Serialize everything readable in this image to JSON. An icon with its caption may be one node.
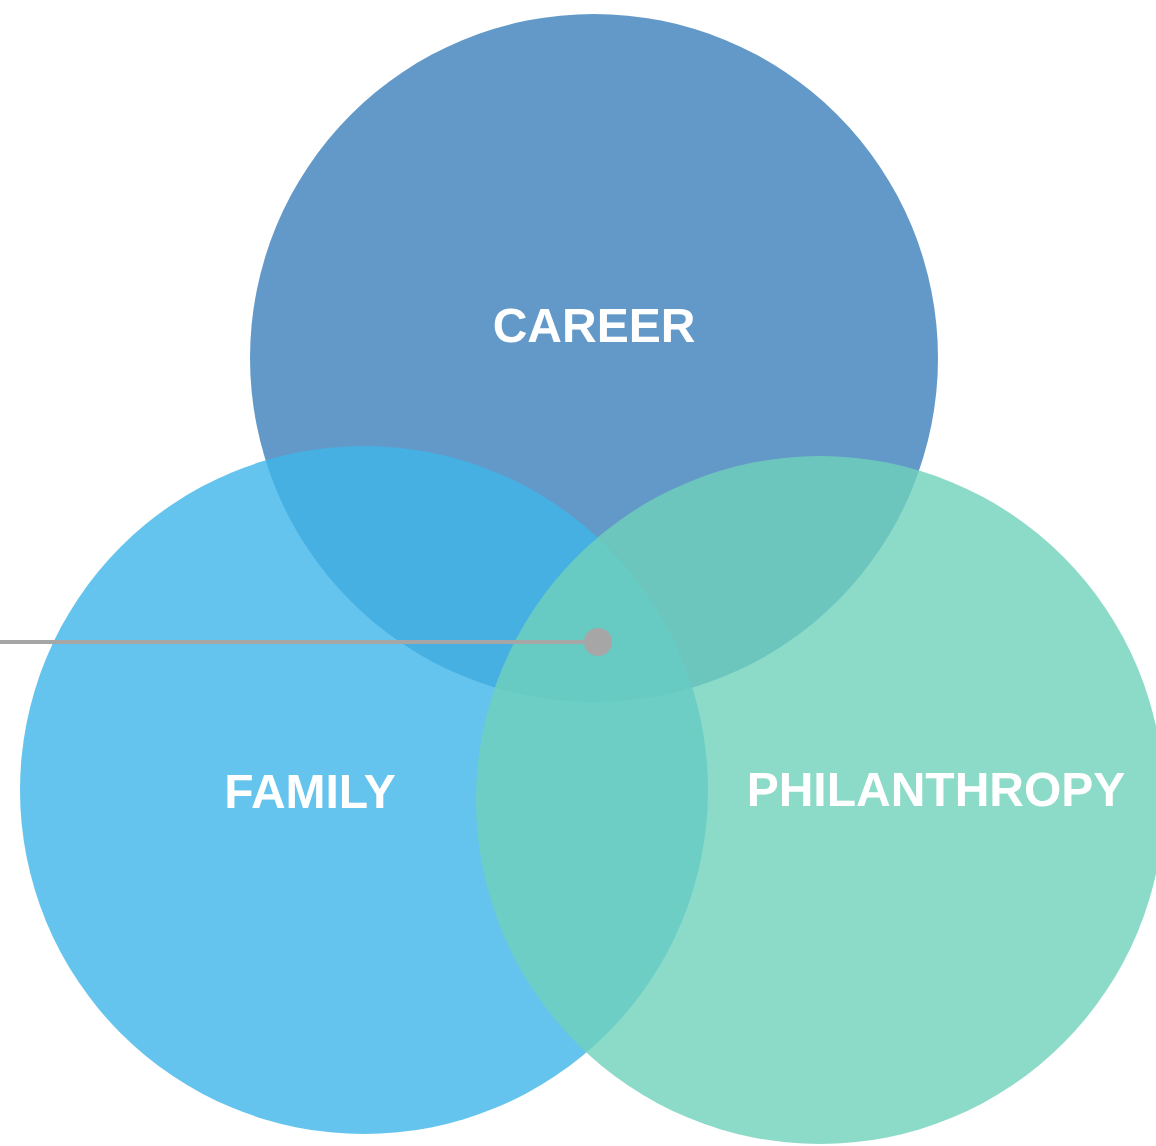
{
  "diagram": {
    "nodes": [
      {
        "text": [
          "CAREER"
        ]
      },
      {
        "text": [
          "FAMILY"
        ]
      },
      {
        "text": [
          "PHILANTHROPY"
        ]
      },
      {
        "text": [],
        "shape": "circle"
      }
    ],
    "edges": [
      {
        "from": null,
        "to": 3,
        "arrow": "none"
      }
    ]
  }
}
